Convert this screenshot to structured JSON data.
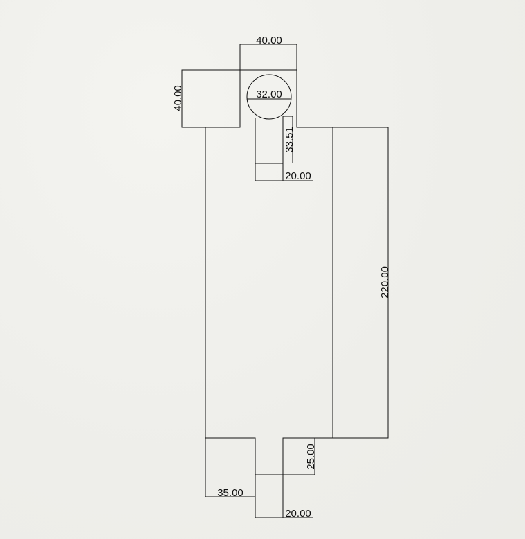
{
  "drawing": {
    "dimensions": {
      "top_width": "40.00",
      "left_height": "40.00",
      "circle_diameter": "32.00",
      "slot_height": "33.51",
      "slot_width": "20.00",
      "body_height": "220.00",
      "foot_height": "25.00",
      "foot_width": "35.00",
      "bottom_width": "20.00"
    },
    "colors": {
      "paper": "#f0f0ec",
      "ink": "#111111"
    }
  }
}
